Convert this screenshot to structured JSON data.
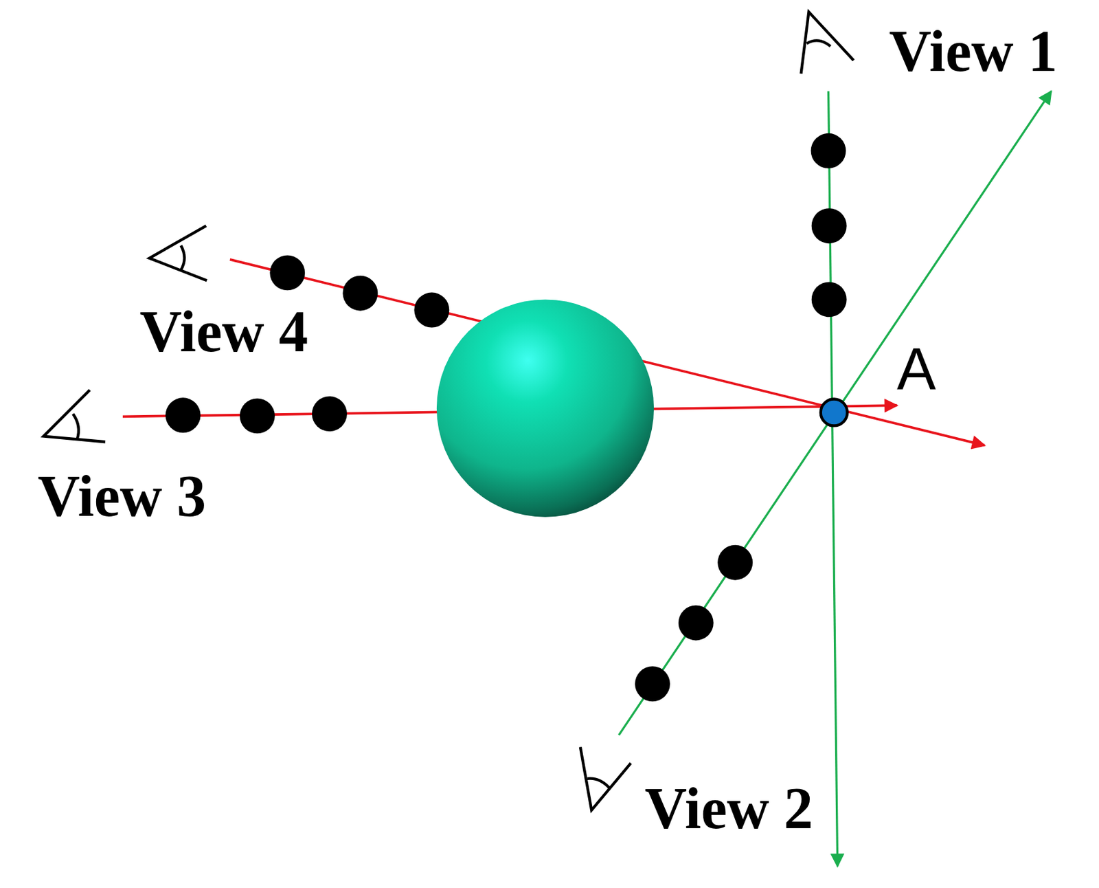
{
  "diagram": {
    "labels": [
      "View 1",
      "View 2",
      "View 3",
      "View 4",
      "A"
    ]
  }
}
